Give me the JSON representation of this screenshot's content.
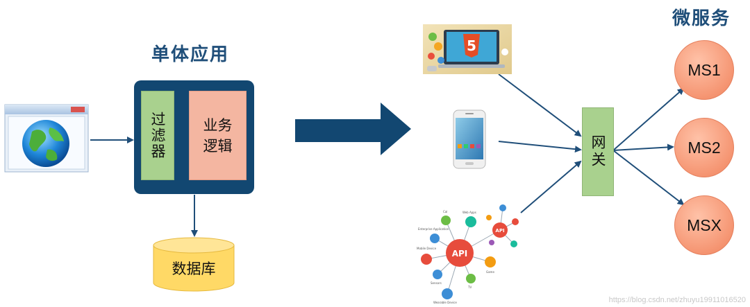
{
  "monolith": {
    "title": "单体应用",
    "filter_label": "过滤器",
    "business_label": "业务逻辑",
    "database_label": "数据库"
  },
  "microservices": {
    "title": "微服务",
    "gateway_label": "网关",
    "services": [
      "MS1",
      "MS2",
      "MSX"
    ]
  },
  "api_hub": {
    "center_label": "API",
    "secondary_label": "API",
    "nodes": [
      "Cal",
      "Web Apps",
      "Enterprise Application",
      "Mobile Device",
      "Sensors",
      "Game",
      "TV",
      "Wearable Device"
    ]
  },
  "html5_badge": "5",
  "colors": {
    "dark_blue": "#124771",
    "green": "#a9d18e",
    "salmon": "#f4b6a1",
    "db_yellow": "#ffd966",
    "ms_orange": "#f59572"
  },
  "watermark": "https://blog.csdn.net/zhuyu19911016520"
}
